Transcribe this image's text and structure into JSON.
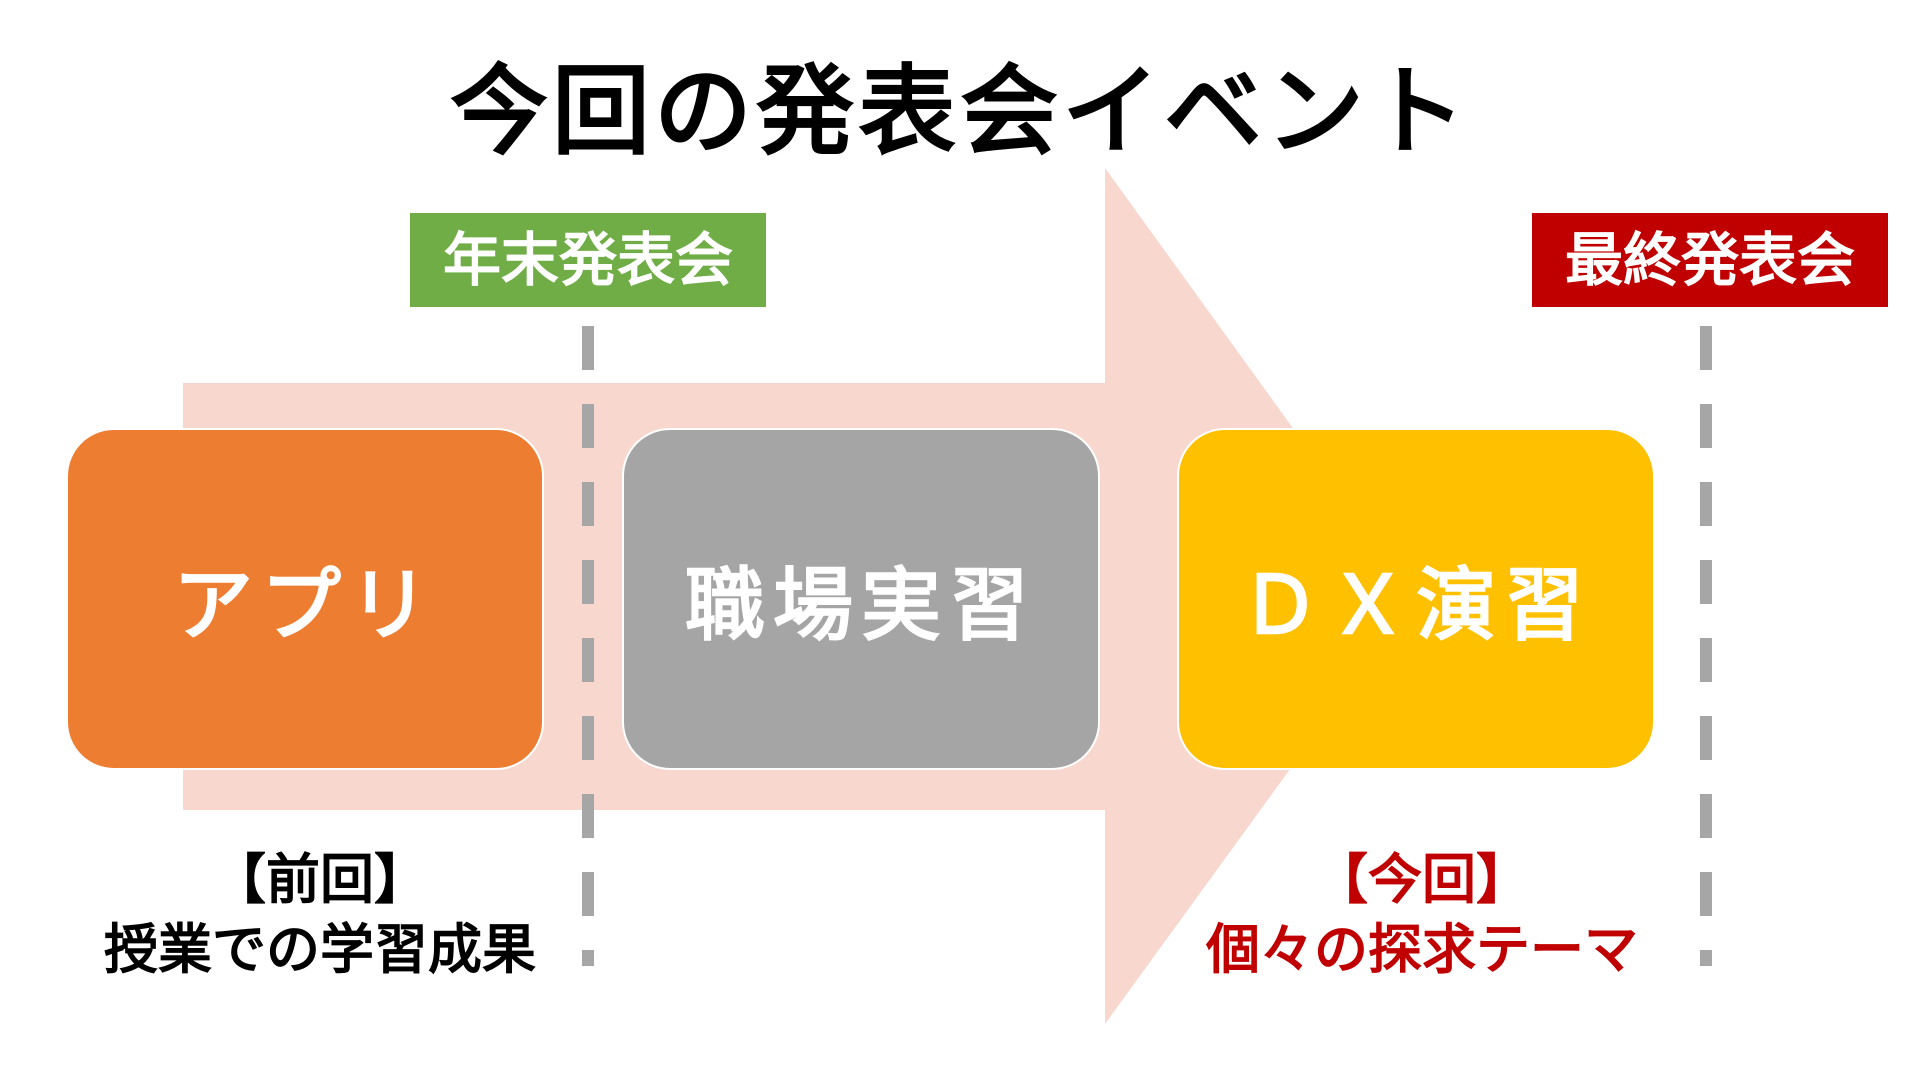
{
  "title": "今回の発表会イベント",
  "colors": {
    "arrow": "#f8d8ce",
    "year_end_badge": "#70ad47",
    "final_badge": "#c00000",
    "app_box": "#ed7d31",
    "workplace_box": "#a5a5a5",
    "dx_box": "#ffc000",
    "dash": "#a6a6a6",
    "prev_caption": "#000000",
    "curr_caption": "#c00000"
  },
  "milestones": {
    "year_end": "年末発表会",
    "final": "最終発表会"
  },
  "phases": [
    {
      "label": "アプリ"
    },
    {
      "label": "職場実習"
    },
    {
      "label": "ＤＸ演習"
    }
  ],
  "captions": {
    "previous": {
      "head": "【前回】",
      "body": "授業での学習成果"
    },
    "current": {
      "head": "【今回】",
      "body": "個々の探求テーマ"
    }
  }
}
